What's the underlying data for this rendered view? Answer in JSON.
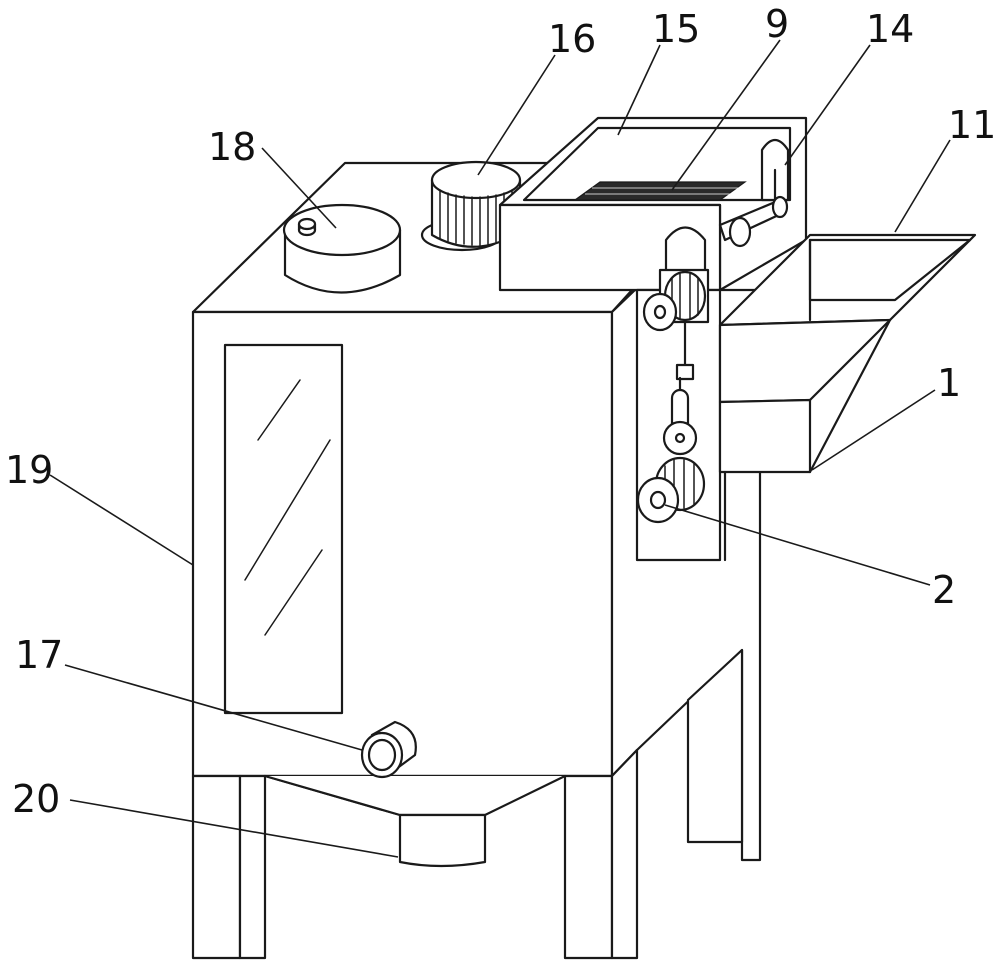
{
  "labels": {
    "l1": "1",
    "l2": "2",
    "l9": "9",
    "l11": "11",
    "l14": "14",
    "l15": "15",
    "l16": "16",
    "l17": "17",
    "l18": "18",
    "l19": "19",
    "l20": "20"
  },
  "colors": {
    "line": "#1a1a1a",
    "background": "#ffffff"
  }
}
